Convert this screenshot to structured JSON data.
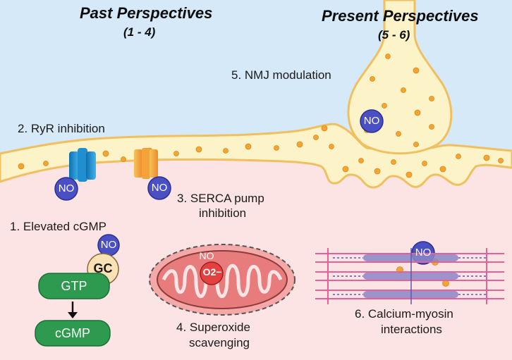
{
  "headers": {
    "past_title": "Past Perspectives",
    "past_range": "(1 - 4)",
    "present_title": "Present Perspectives",
    "present_range": "(5 - 6)"
  },
  "labels": {
    "nmj": "5. NMJ modulation",
    "ryr": "2. RyR inhibition",
    "serca_line1": "3. SERCA pump",
    "serca_line2": "inhibition",
    "cgmp_elevated": "1.  Elevated cGMP",
    "superoxide_line1": "4. Superoxide",
    "superoxide_line2": "scavenging",
    "calcium_line1": "6. Calcium-myosin",
    "calcium_line2": "interactions"
  },
  "molecules": {
    "no": "NO",
    "gc": "GC",
    "gtp": "GTP",
    "cgmp": "cGMP",
    "superoxide": "O2−"
  },
  "colors": {
    "background_top": "#d6e9f8",
    "background_muscle": "#fde4e4",
    "membrane": "#fdf3c8",
    "membrane_edge": "#f0c060",
    "ca_dot": "#f2a531",
    "no_circle": "#4b4fc4",
    "ryr_channel": "#1f8fd0",
    "serca_pump": "#f4a33a",
    "gtp_box": "#2e9a4f",
    "mito": "#e87c7c",
    "superoxide": "#e34040",
    "sarcomere": "#e6609a"
  }
}
